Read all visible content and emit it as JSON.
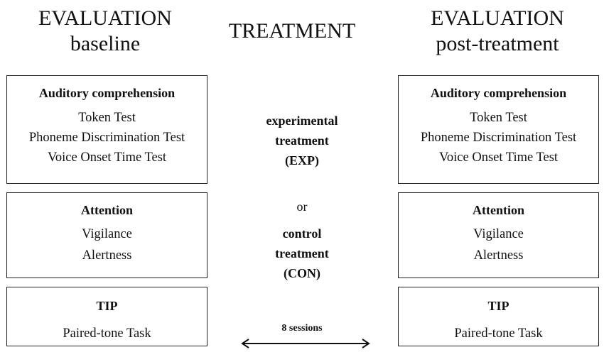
{
  "columns": {
    "left": {
      "title_line1": "EVALUATION",
      "title_line2": "baseline"
    },
    "middle": {
      "title": "TREATMENT"
    },
    "right": {
      "title_line1": "EVALUATION",
      "title_line2": "post-treatment"
    }
  },
  "boxes": {
    "auditory": {
      "header": "Auditory comprehension",
      "items": [
        "Token Test",
        "Phoneme Discrimination  Test",
        "Voice Onset Time Test"
      ]
    },
    "attention": {
      "header": "Attention",
      "items": [
        "Vigilance",
        "Alertness"
      ]
    },
    "tip": {
      "header": "TIP",
      "items": [
        "Paired-tone Task"
      ]
    }
  },
  "treatment": {
    "experimental": [
      "experimental",
      "treatment",
      "(EXP)"
    ],
    "or": "or",
    "control": [
      "control",
      "treatment",
      "(CON)"
    ],
    "sessions": "8 sessions"
  }
}
